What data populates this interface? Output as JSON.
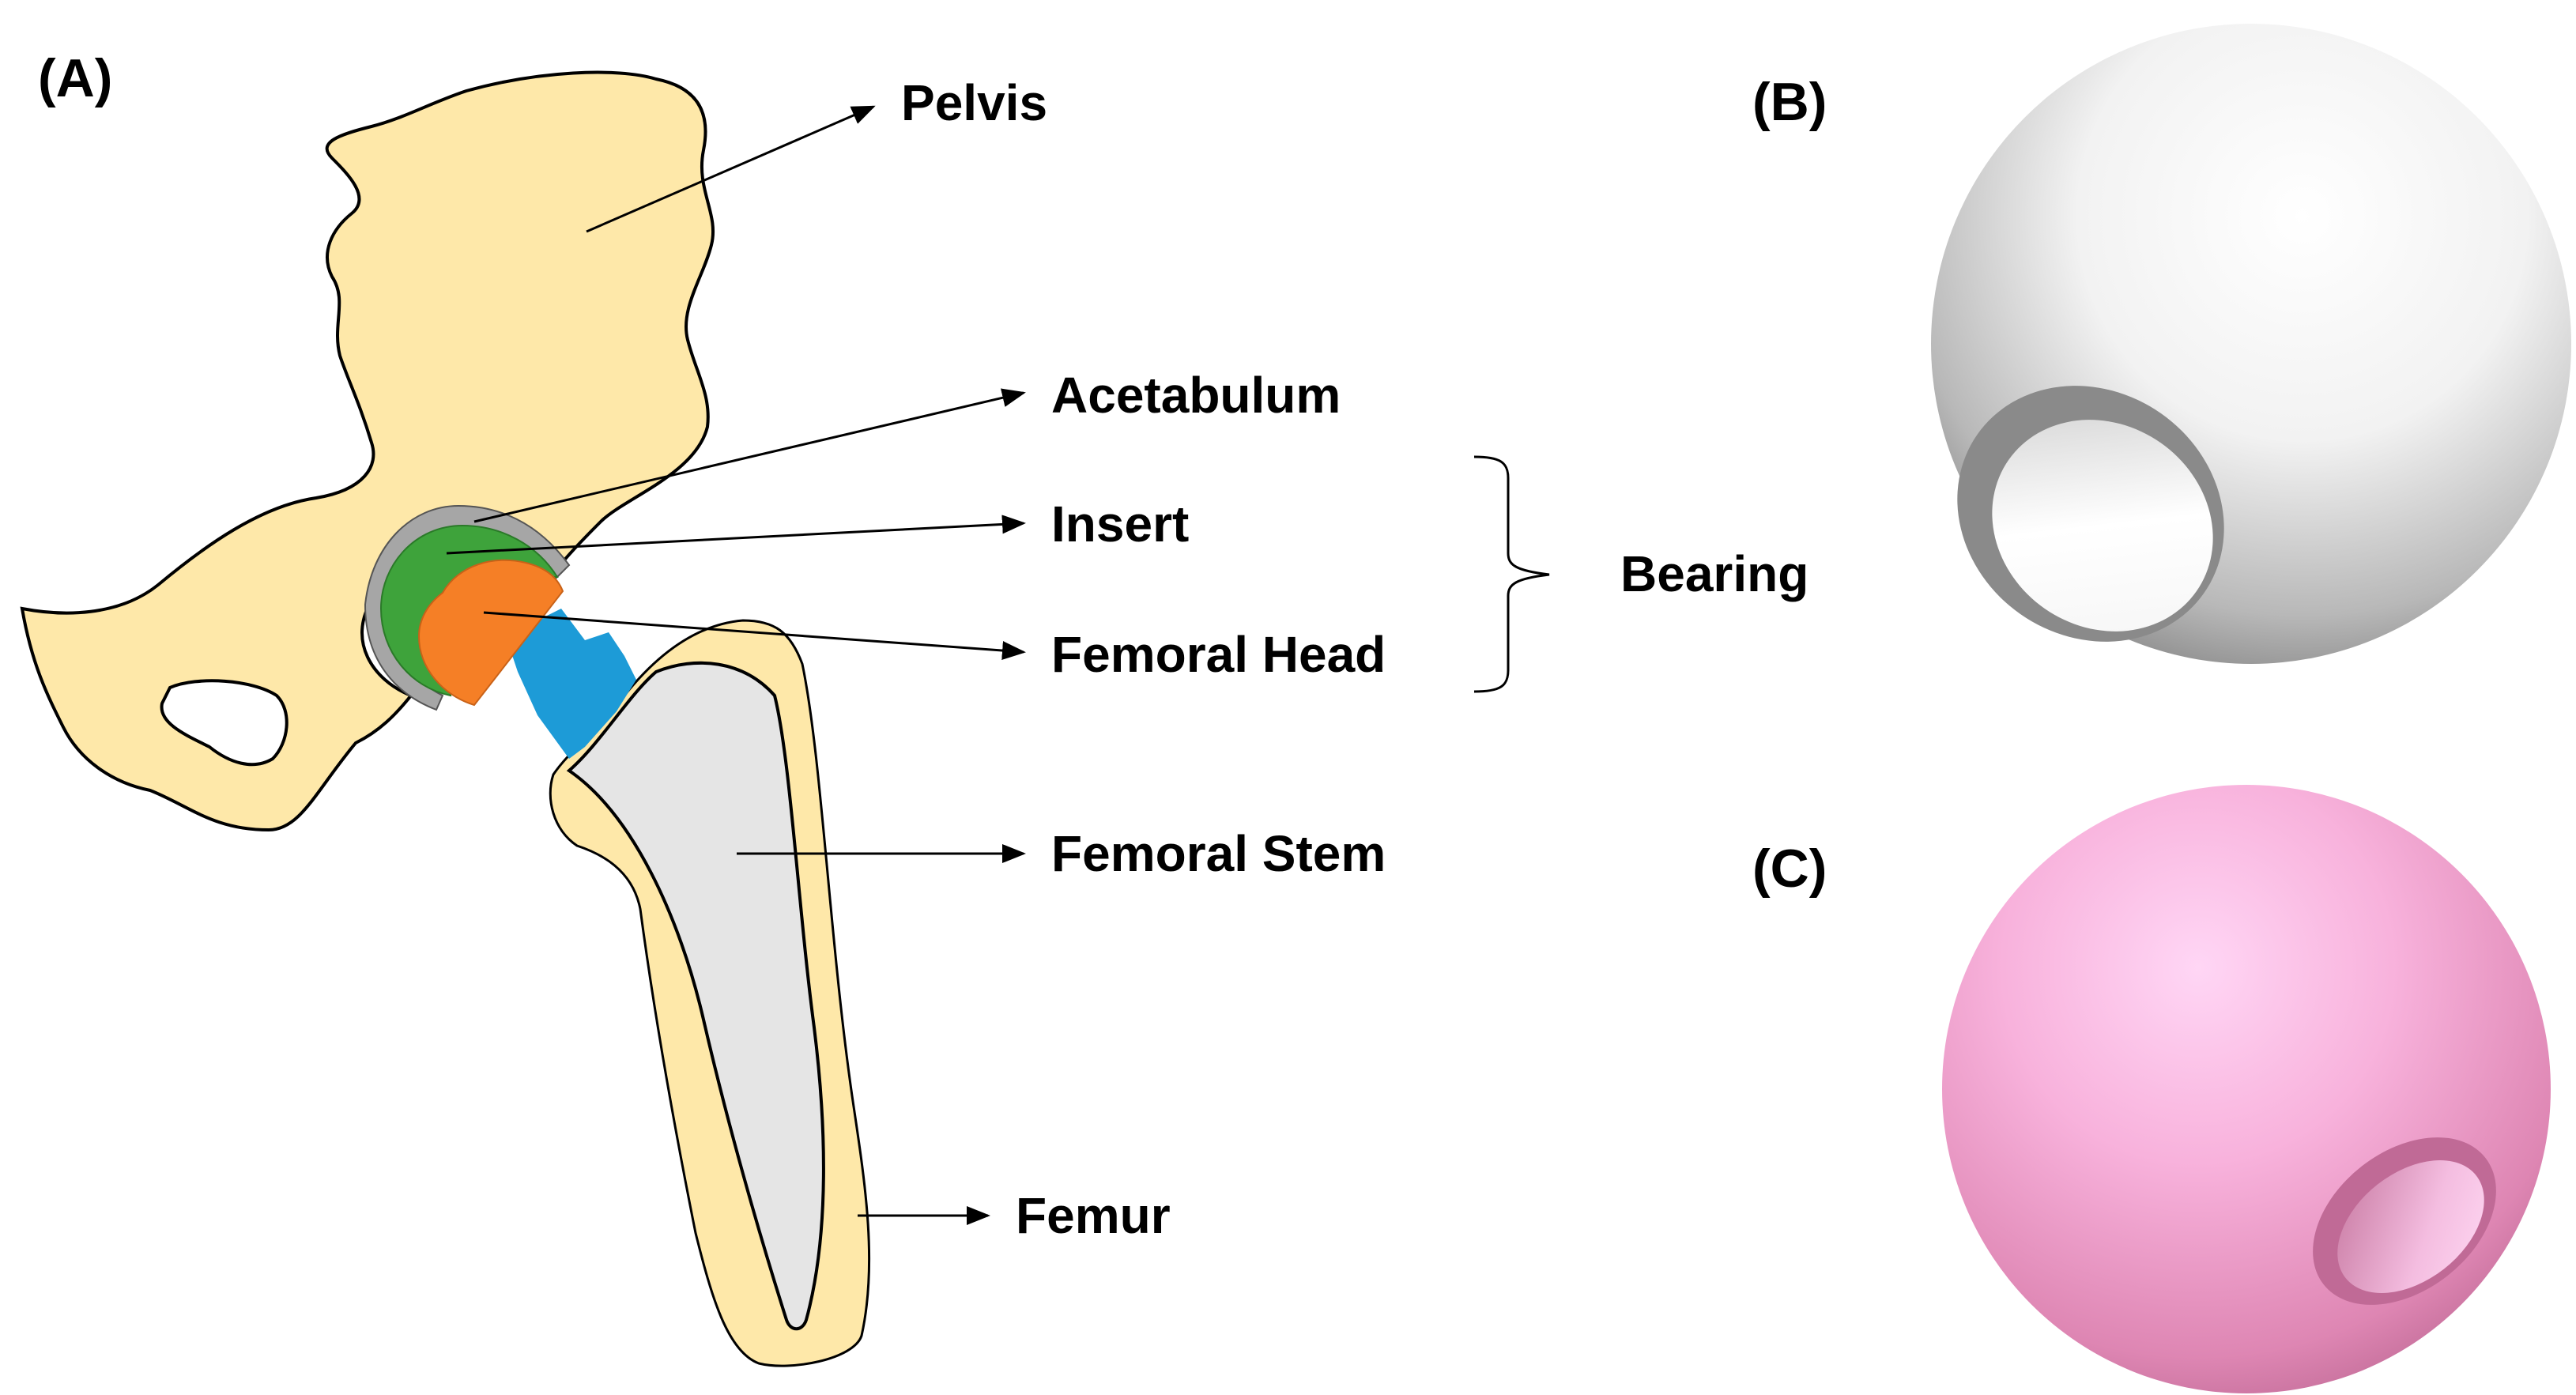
{
  "panels": {
    "a": "(A)",
    "b": "(B)",
    "c": "(C)"
  },
  "labels": {
    "pelvis": "Pelvis",
    "acetabulum": "Acetabulum",
    "insert": "Insert",
    "femoral_head": "Femoral Head",
    "bearing": "Bearing",
    "femoral_stem": "Femoral Stem",
    "femur": "Femur"
  },
  "colors": {
    "bone": "#FEE8A9",
    "outline": "#000000",
    "acetabulum_shell": "#A6A6A6",
    "insert": "#3EA33B",
    "femoral_head": "#F57F26",
    "neck": "#1D9BD7",
    "femoral_stem": "#E5E5E5",
    "sphere_b": "#FFFFFF",
    "sphere_c": "#F5A3CB"
  }
}
